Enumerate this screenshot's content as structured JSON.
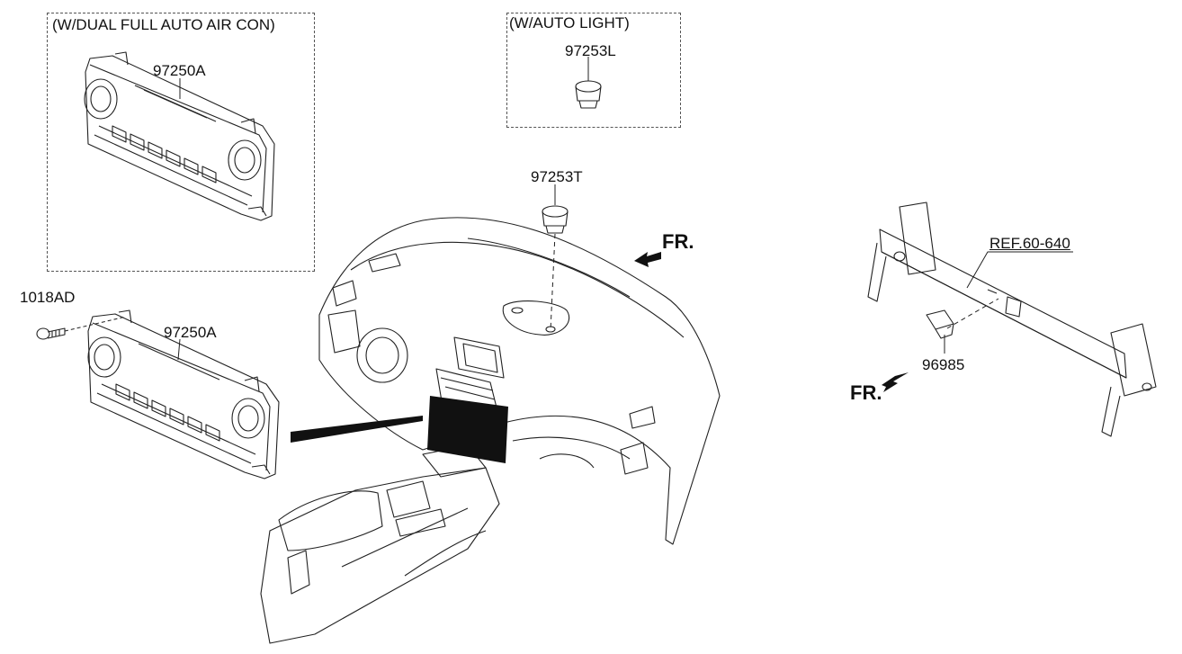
{
  "diagram": {
    "group_air_con": {
      "caption": "(W/DUAL FULL AUTO AIR CON)",
      "part": "97250A"
    },
    "group_auto_light": {
      "caption": "(W/AUTO LIGHT)",
      "part": "97253L"
    },
    "sensor_top": {
      "part": "97253T"
    },
    "screw": {
      "part": "1018AD"
    },
    "main_panel": {
      "part": "97250A"
    },
    "crossmember": {
      "ref": "REF.60-640",
      "part": "96985"
    },
    "front_label_center": "FR.",
    "front_label_right": "FR."
  }
}
